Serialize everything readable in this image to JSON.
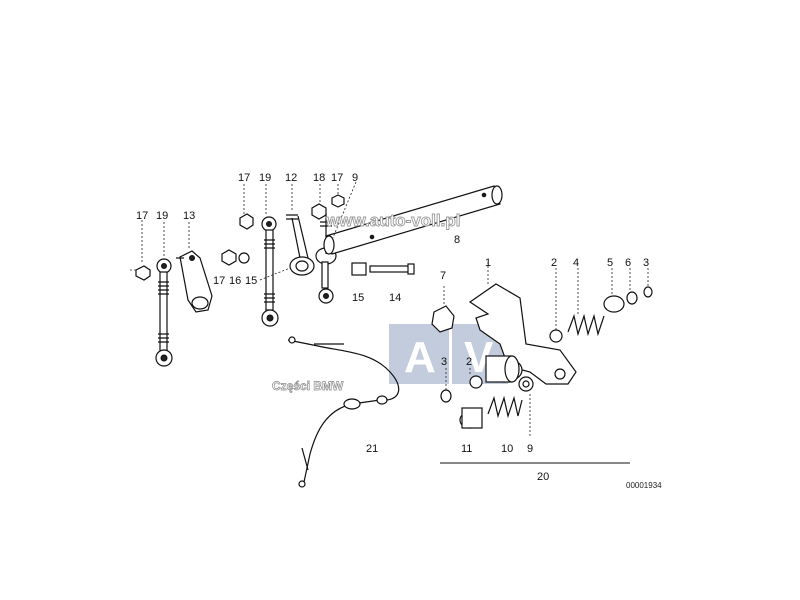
{
  "callouts": {
    "left_assembly": [
      "17",
      "19",
      "13",
      "17",
      "16",
      "15"
    ],
    "middle_top": [
      "17",
      "19",
      "12",
      "18",
      "17",
      "9"
    ],
    "shaft": "8",
    "bolt": [
      "15",
      "14"
    ],
    "right_top": [
      "7",
      "1",
      "2",
      "4",
      "5",
      "6",
      "3"
    ],
    "right_lower": [
      "3",
      "2",
      "11",
      "10",
      "9"
    ],
    "cable": "21",
    "group": "20"
  },
  "document_number": "00001934",
  "watermarks": {
    "url": "www.auto-voll.pl",
    "parts": "Części BMW",
    "logo": [
      "A",
      "V"
    ]
  },
  "colors": {
    "line": "#111111",
    "watermark_box": "#b8c3d6"
  }
}
